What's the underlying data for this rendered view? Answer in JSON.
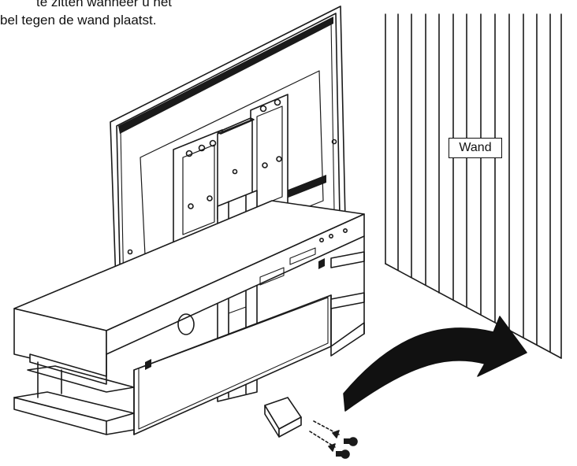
{
  "caption": {
    "line1": "te zitten wanneer u het",
    "line2": "bel tegen de wand plaatst."
  },
  "wall_label": "Wand",
  "colors": {
    "ink": "#1a1a1a",
    "paper": "#ffffff",
    "arrow": "#111111"
  }
}
